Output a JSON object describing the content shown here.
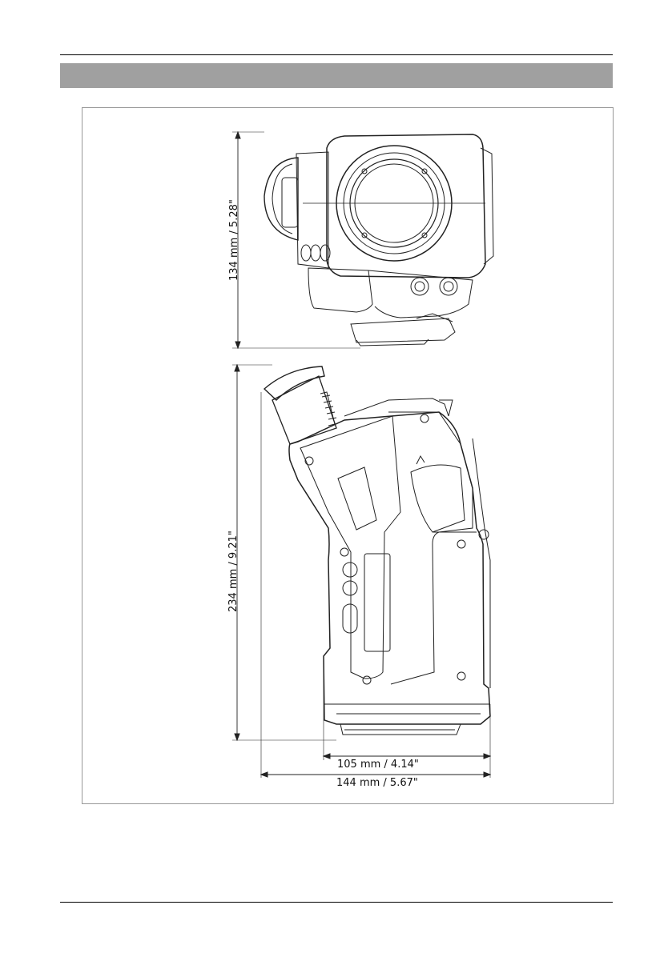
{
  "dimensions": {
    "front_height": "134 mm / 5.28\"",
    "side_height": "234 mm / 9.21\"",
    "width_inner": "105 mm / 4.14\"",
    "width_outer": "144 mm / 5.67\""
  },
  "colors": {
    "section_bar": "#a0a0a0",
    "line": "#222222"
  },
  "icons": [
    "camera-front-view-drawing",
    "camera-side-view-drawing"
  ]
}
